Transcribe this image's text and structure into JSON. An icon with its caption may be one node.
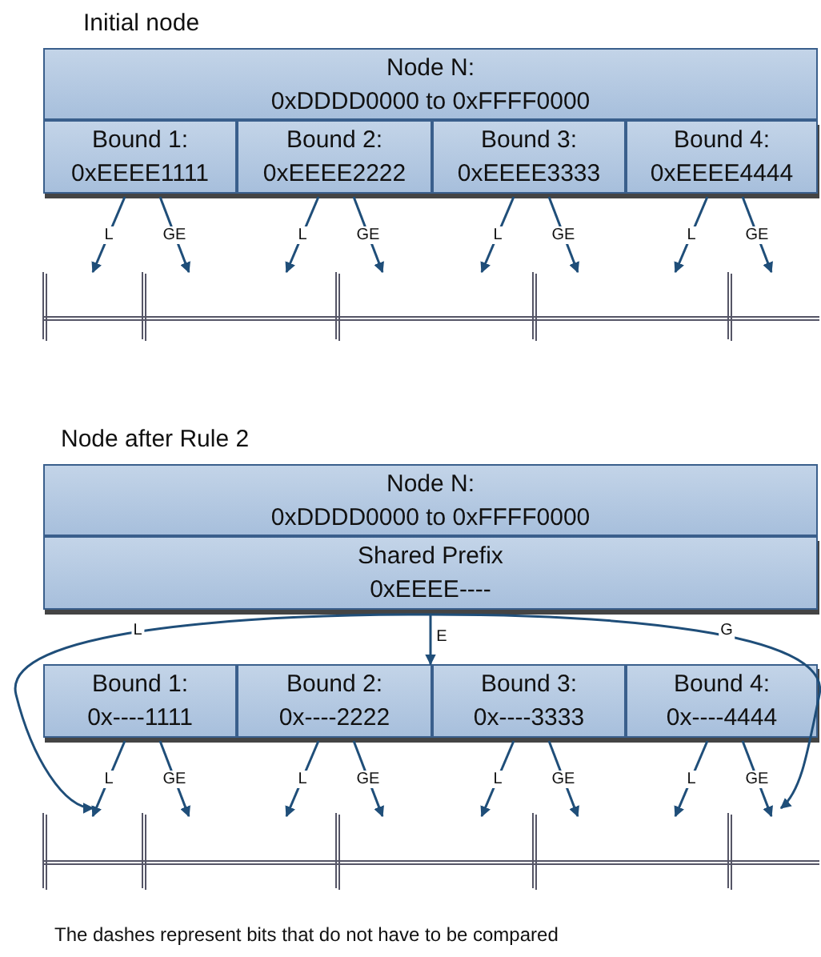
{
  "diagram": {
    "caption": "The dashes represent bits that do not have to be compared",
    "nodes": [
      {
        "text": [
          "Node N:",
          "0xDDDD0000 to 0xFFFF0000"
        ],
        "beside": [
          "Initial node"
        ]
      },
      {
        "text": [
          "Bound 1:",
          "0xEEEE1111"
        ]
      },
      {
        "text": [
          "Bound 2:",
          "0xEEEE2222"
        ]
      },
      {
        "text": [
          "Bound 3:",
          "0xEEEE3333"
        ]
      },
      {
        "text": [
          "Bound 4:",
          "0xEEEE4444"
        ]
      },
      {
        "text": [
          "Node N:",
          "0xDDDD0000 to 0xFFFF0000"
        ],
        "beside": [
          "Node after Rule 2"
        ]
      },
      {
        "text": [
          "Shared Prefix",
          "0xEEEE----"
        ]
      },
      {
        "text": [],
        "shape": "box"
      },
      {
        "text": [
          "Bound 1:",
          "0x----1111"
        ],
        "in": 7
      },
      {
        "text": [
          "Bound 2:",
          "0x----2222"
        ],
        "in": 7
      },
      {
        "text": [
          "Bound 3:",
          "0x----3333"
        ],
        "in": 7
      },
      {
        "text": [
          "Bound 4:",
          "0x----4444"
        ],
        "in": 7
      }
    ],
    "edges": [
      {
        "from": 1,
        "to": null,
        "arrow": "to",
        "label": "L"
      },
      {
        "from": 1,
        "to": null,
        "arrow": "to",
        "label": "GE"
      },
      {
        "from": 2,
        "to": null,
        "arrow": "to",
        "label": "L"
      },
      {
        "from": 2,
        "to": null,
        "arrow": "to",
        "label": "GE"
      },
      {
        "from": 3,
        "to": null,
        "arrow": "to",
        "label": "L"
      },
      {
        "from": 3,
        "to": null,
        "arrow": "to",
        "label": "GE"
      },
      {
        "from": 4,
        "to": null,
        "arrow": "to",
        "label": "L"
      },
      {
        "from": 4,
        "to": null,
        "arrow": "to",
        "label": "GE"
      },
      {
        "from": 6,
        "to": null,
        "arrow": "to",
        "label": "L"
      },
      {
        "from": 6,
        "to": 7,
        "arrow": "to",
        "label": "E"
      },
      {
        "from": 6,
        "to": null,
        "arrow": "to",
        "label": "G"
      },
      {
        "from": 8,
        "to": null,
        "arrow": "to",
        "label": "L"
      },
      {
        "from": 8,
        "to": null,
        "arrow": "to",
        "label": "GE"
      },
      {
        "from": 9,
        "to": null,
        "arrow": "to",
        "label": "L"
      },
      {
        "from": 9,
        "to": null,
        "arrow": "to",
        "label": "GE"
      },
      {
        "from": 10,
        "to": null,
        "arrow": "to",
        "label": "L"
      },
      {
        "from": 10,
        "to": null,
        "arrow": "to",
        "label": "GE"
      },
      {
        "from": 11,
        "to": null,
        "arrow": "to",
        "label": "L"
      },
      {
        "from": 11,
        "to": null,
        "arrow": "to",
        "label": "GE"
      }
    ]
  }
}
